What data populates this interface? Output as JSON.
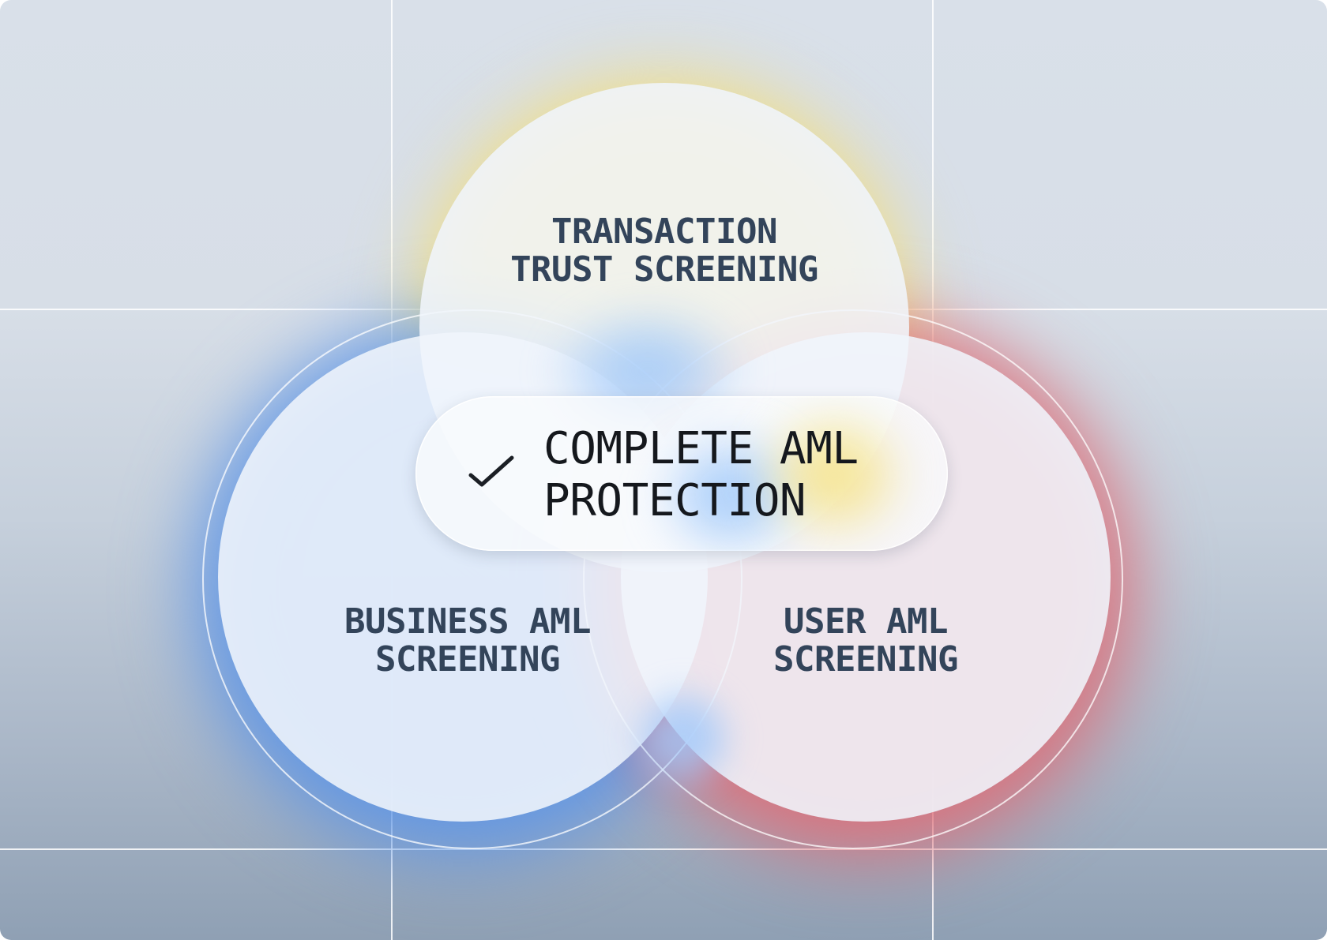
{
  "diagram": {
    "type": "venn",
    "circles": [
      {
        "line1": "TRANSACTION",
        "line2": "TRUST SCREENING",
        "glow_color": "#f2dc7c"
      },
      {
        "line1": "BUSINESS AML",
        "line2": "SCREENING",
        "glow_color": "#6a9fe8"
      },
      {
        "line1": "USER AML",
        "line2": "SCREENING",
        "glow_color": "#d9727a"
      }
    ],
    "center": {
      "icon": "check-icon",
      "line1": "COMPLETE AML",
      "line2": "PROTECTION"
    }
  }
}
